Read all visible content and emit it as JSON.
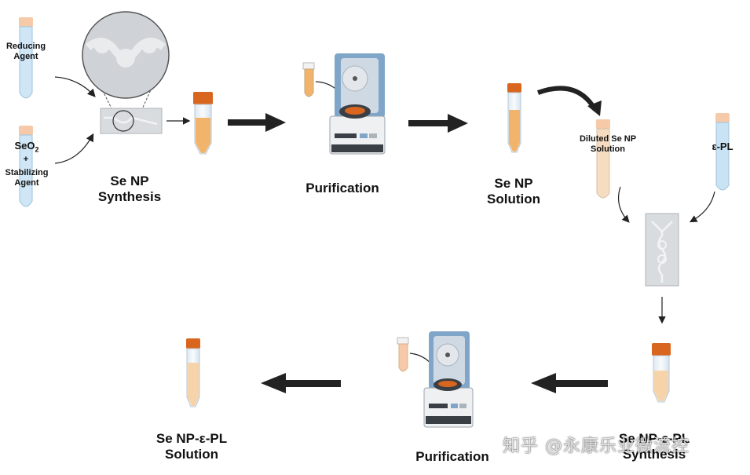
{
  "reagents": {
    "reducing_agent": [
      "Reducing",
      "Agent"
    ],
    "seo2": "SeO",
    "seo2_sub": "2",
    "plus": "+",
    "stabilizing_agent": [
      "Stabilizing",
      "Agent"
    ],
    "epl": "ε-PL",
    "diluted": [
      "Diluted Se NP",
      "Solution"
    ]
  },
  "steps": {
    "se_np_synthesis": [
      "Se NP",
      "Synthesis"
    ],
    "purification_1": "Purification",
    "se_np_solution": [
      "Se NP",
      "Solution"
    ],
    "se_np_epl_synthesis": [
      "Se NP-ε-PL",
      "Synthesis"
    ],
    "purification_2": "Purification",
    "se_np_epl_solution": [
      "Se NP-ε-PL",
      "Solution"
    ]
  },
  "watermark": "知乎 @永康乐业微流控",
  "colors": {
    "cap": "#d9661f",
    "liquid": "#f2b46a",
    "liquid_light": "#f6d3a8",
    "tube": "#eef3f8",
    "blue_tube": "#c9e3f5",
    "chip": "#d9dcdf",
    "centrifuge_lid": "#7fa6c9"
  }
}
